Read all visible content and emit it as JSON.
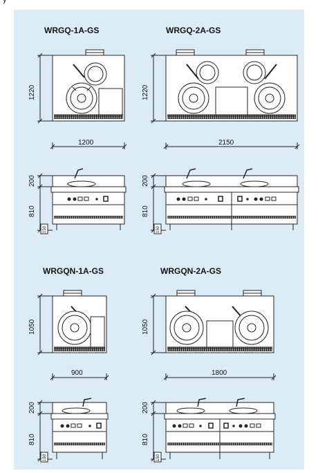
{
  "header_fragment": "y",
  "models": {
    "m1": {
      "title": "WRGQ-1A-GS",
      "depth": "1220",
      "width": "1200",
      "hood": "200",
      "body": "810",
      "leg": "150"
    },
    "m2": {
      "title": "WRGQ-2A-GS",
      "depth": "1220",
      "width": "2150",
      "hood": "200",
      "body": "810",
      "leg": "150"
    },
    "m3": {
      "title": "WRGQN-1A-GS",
      "depth": "1050",
      "width": "900",
      "hood": "200",
      "body": "810",
      "leg": "150"
    },
    "m4": {
      "title": "WRGQN-2A-GS",
      "depth": "1050",
      "width": "1800",
      "hood": "200",
      "body": "810",
      "leg": "150"
    }
  },
  "colors": {
    "panel": "#dbecf7",
    "line": "#222222"
  }
}
